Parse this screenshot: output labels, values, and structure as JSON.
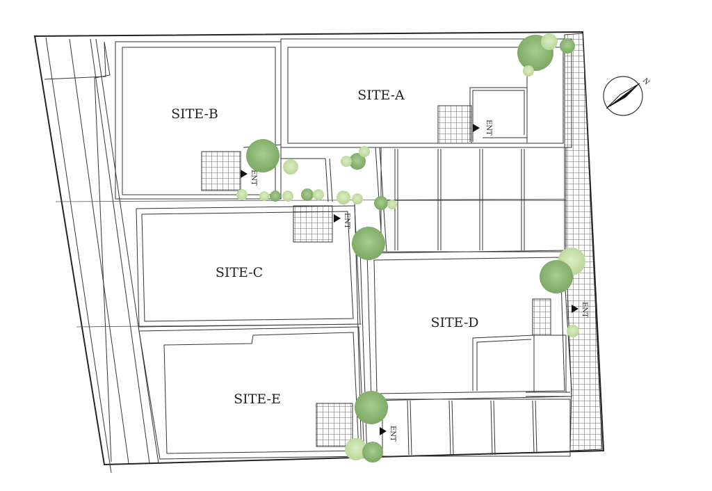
{
  "sites": [
    {
      "id": "a",
      "label": "SITE-A"
    },
    {
      "id": "b",
      "label": "SITE-B"
    },
    {
      "id": "c",
      "label": "SITE-C"
    },
    {
      "id": "d",
      "label": "SITE-D"
    },
    {
      "id": "e",
      "label": "SITE-E"
    }
  ],
  "entrance_label": "ENT",
  "compass_label": "N",
  "colors": {
    "tree_dark": "#8fba78",
    "tree_light": "#c8e0a8",
    "line": "#333333"
  }
}
